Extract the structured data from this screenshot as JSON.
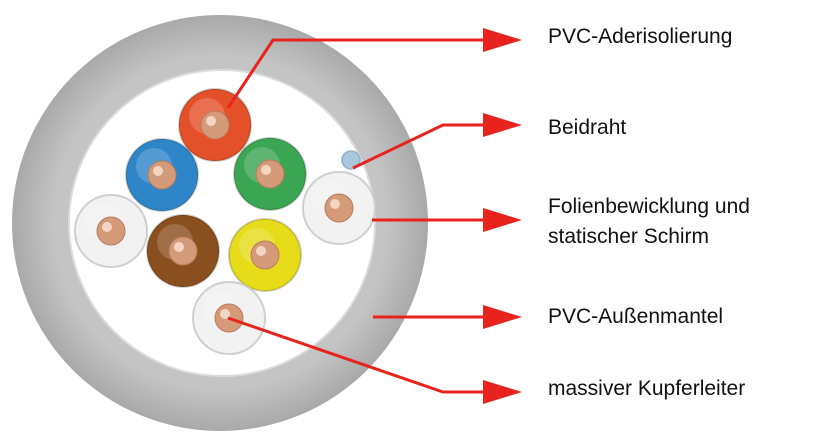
{
  "labels": {
    "pvc_core_insulation": "PVC-Aderisolierung",
    "drain_wire": "Beidraht",
    "foil_line1": "Folienbewicklung und",
    "foil_line2": "statischer Schirm",
    "outer_jacket": "PVC-Außenmantel",
    "solid_copper": "massiver Kupferleiter"
  },
  "colors": {
    "jacket": "#bdbdbd",
    "inner": "#ffffff",
    "arrow": "#e8231d",
    "core_orange": "#e4502a",
    "core_blue": "#2e86c8",
    "core_green": "#3aa552",
    "core_brown": "#8a4f1e",
    "core_yellow": "#e6dc1a",
    "core_white": "#f2f2f2",
    "copper": "#d49a7a",
    "drain": "#a8c6dc"
  },
  "cores": [
    {
      "name": "core-orange",
      "color": "#e4502a"
    },
    {
      "name": "core-blue",
      "color": "#2e86c8"
    },
    {
      "name": "core-green",
      "color": "#3aa552"
    },
    {
      "name": "core-white-right",
      "color": "#f2f2f2"
    },
    {
      "name": "core-white-left",
      "color": "#f2f2f2"
    },
    {
      "name": "core-brown",
      "color": "#8a4f1e"
    },
    {
      "name": "core-yellow",
      "color": "#e6dc1a"
    },
    {
      "name": "core-white-bottom",
      "color": "#f2f2f2"
    }
  ]
}
